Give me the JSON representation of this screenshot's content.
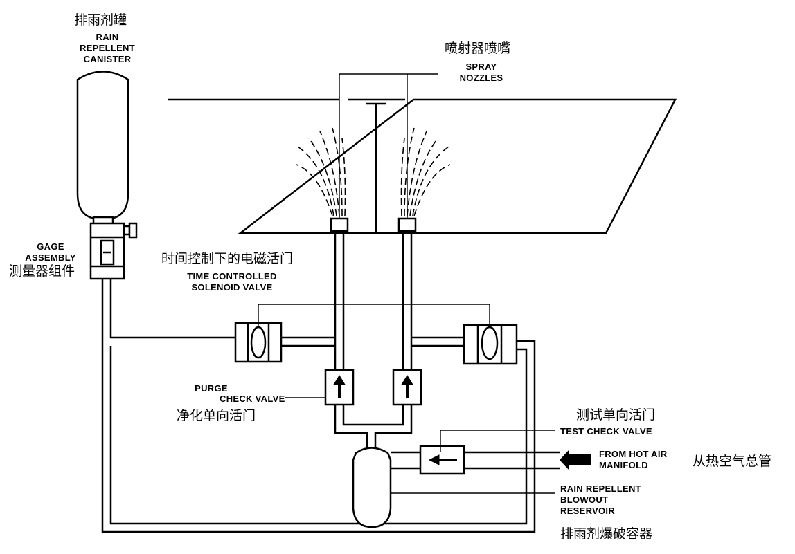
{
  "colors": {
    "line": "#000000",
    "background": "#ffffff"
  },
  "labels": {
    "canister_cn": "排雨剂罐",
    "canister_en_1": "RAIN",
    "canister_en_2": "REPELLENT",
    "canister_en_3": "CANISTER",
    "nozzles_cn": "喷射器喷嘴",
    "nozzles_en_1": "SPRAY",
    "nozzles_en_2": "NOZZLES",
    "gage_en_1": "GAGE",
    "gage_en_2": "ASSEMBLY",
    "gage_cn": "测量器组件",
    "solenoid_cn": "时间控制下的电磁活门",
    "solenoid_en_1": "TIME CONTROLLED",
    "solenoid_en_2": "SOLENOID VALVE",
    "purge_en_1": "PURGE",
    "purge_en_2": "CHECK VALVE",
    "purge_cn": "净化单向活门",
    "test_cn": "测试单向活门",
    "test_en": "TEST CHECK VALVE",
    "hotair_en_1": "FROM HOT AIR",
    "hotair_en_2": "MANIFOLD",
    "hotair_cn": "从热空气总管",
    "reservoir_en_1": "RAIN REPELLENT",
    "reservoir_en_2": "BLOWOUT",
    "reservoir_en_3": "RESERVOIR",
    "reservoir_cn": "排雨剂爆破容器"
  }
}
